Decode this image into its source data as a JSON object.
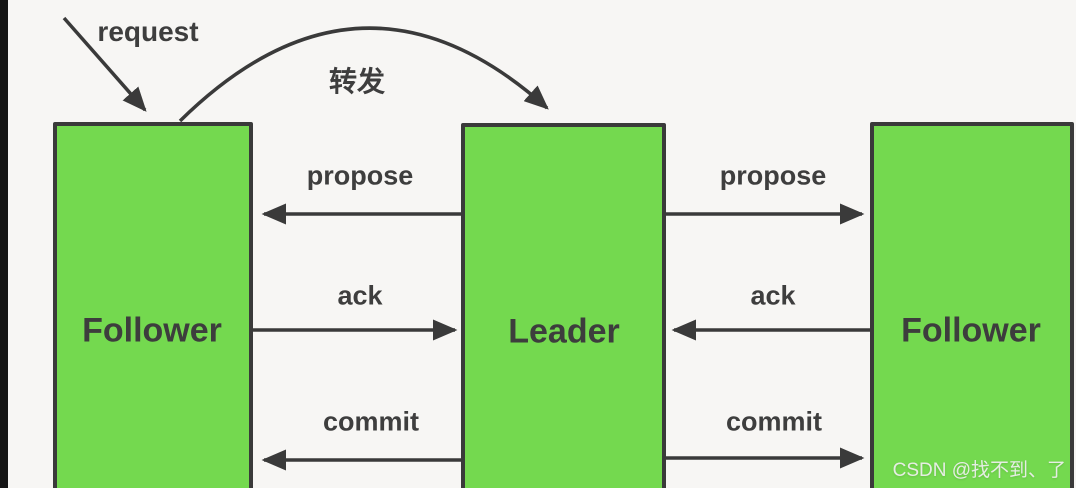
{
  "diagram": {
    "title_hint": "ZooKeeper ZAB broadcast flow",
    "nodes": {
      "follower_left": "Follower",
      "leader": "Leader",
      "follower_right": "Follower"
    },
    "edges": {
      "request": "request",
      "forward": "转发",
      "propose_left": "propose",
      "ack_left": "ack",
      "commit_left": "commit",
      "propose_right": "propose",
      "ack_right": "ack",
      "commit_right": "commit"
    },
    "colors": {
      "node_fill": "#74d94f",
      "node_border": "#3a3a3a",
      "arrow": "#3a3a3a",
      "label_text": "#3e3e3e",
      "background": "#f7f6f4"
    }
  },
  "watermark": "CSDN @找不到、了"
}
